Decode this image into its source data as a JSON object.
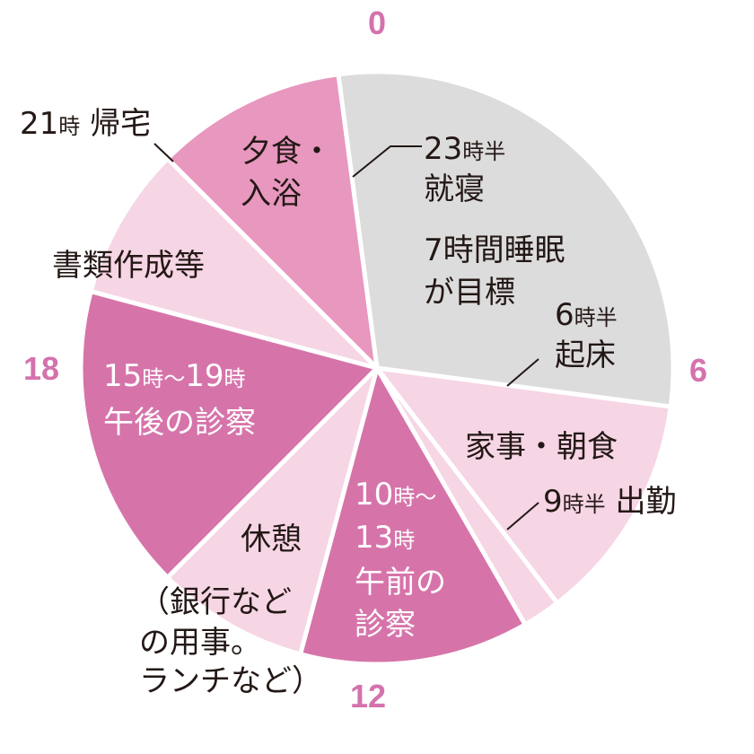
{
  "chart_data": {
    "type": "pie",
    "title": "",
    "description": "24-hour daily schedule clock chart (0 at top, clockwise)",
    "tick_labels": [
      "0",
      "6",
      "12",
      "18"
    ],
    "segments": [
      {
        "name": "就寝〜起床 (睡眠)",
        "start": 23.5,
        "end": 6.5,
        "hours": 7,
        "color": "#dcdcdc"
      },
      {
        "name": "家事・朝食",
        "start": 6.5,
        "end": 9.5,
        "hours": 3,
        "color": "#f6d5e5"
      },
      {
        "name": "出勤",
        "start": 9.5,
        "end": 10,
        "hours": 0.5,
        "color": "#f6d5e5"
      },
      {
        "name": "午前の診察",
        "start": 10,
        "end": 13,
        "hours": 3,
        "color": "#d674aa"
      },
      {
        "name": "休憩",
        "start": 13,
        "end": 15,
        "hours": 2,
        "color": "#f6d5e5"
      },
      {
        "name": "午後の診察",
        "start": 15,
        "end": 19,
        "hours": 4,
        "color": "#d674aa"
      },
      {
        "name": "書類作成等",
        "start": 19,
        "end": 21,
        "hours": 2,
        "color": "#f6d5e5"
      },
      {
        "name": "夕食・入浴",
        "start": 21,
        "end": 23.5,
        "hours": 2.5,
        "color": "#e897bf"
      }
    ],
    "annotations": [
      "23時半 就寝",
      "7時間睡眠が目標",
      "6時半 起床",
      "9時半 出勤",
      "21時 帰宅"
    ]
  },
  "hours": {
    "h0": "0",
    "h6": "6",
    "h12": "12",
    "h18": "18"
  },
  "labels": {
    "sleep_time_num": "23",
    "sleep_time_unit": "時半",
    "sleep_label": "就寝",
    "goal_line1": "7時間睡眠",
    "goal_line2": "が目標",
    "wake_num": "6",
    "wake_unit": "時半",
    "wake_label": "起床",
    "chores": "家事・朝食",
    "commute_num": "9",
    "commute_unit": "時半",
    "commute_label": "出勤",
    "am_time1_num": "10",
    "am_time1_unit": "時〜",
    "am_time2_num": "13",
    "am_time2_unit": "時",
    "am_line1": "午前の",
    "am_line2": "診察",
    "rest": "休憩",
    "rest_note1": "（銀行など",
    "rest_note2": "の用事。",
    "rest_note3": "ランチなど）",
    "pm_num1": "15",
    "pm_unit1": "時〜",
    "pm_num2": "19",
    "pm_unit2": "時",
    "pm_label": "午後の診察",
    "paper": "書類作成等",
    "dinner1": "夕食・",
    "dinner2": "入浴",
    "home_num": "21",
    "home_unit": "時",
    "home_label": "帰宅"
  }
}
